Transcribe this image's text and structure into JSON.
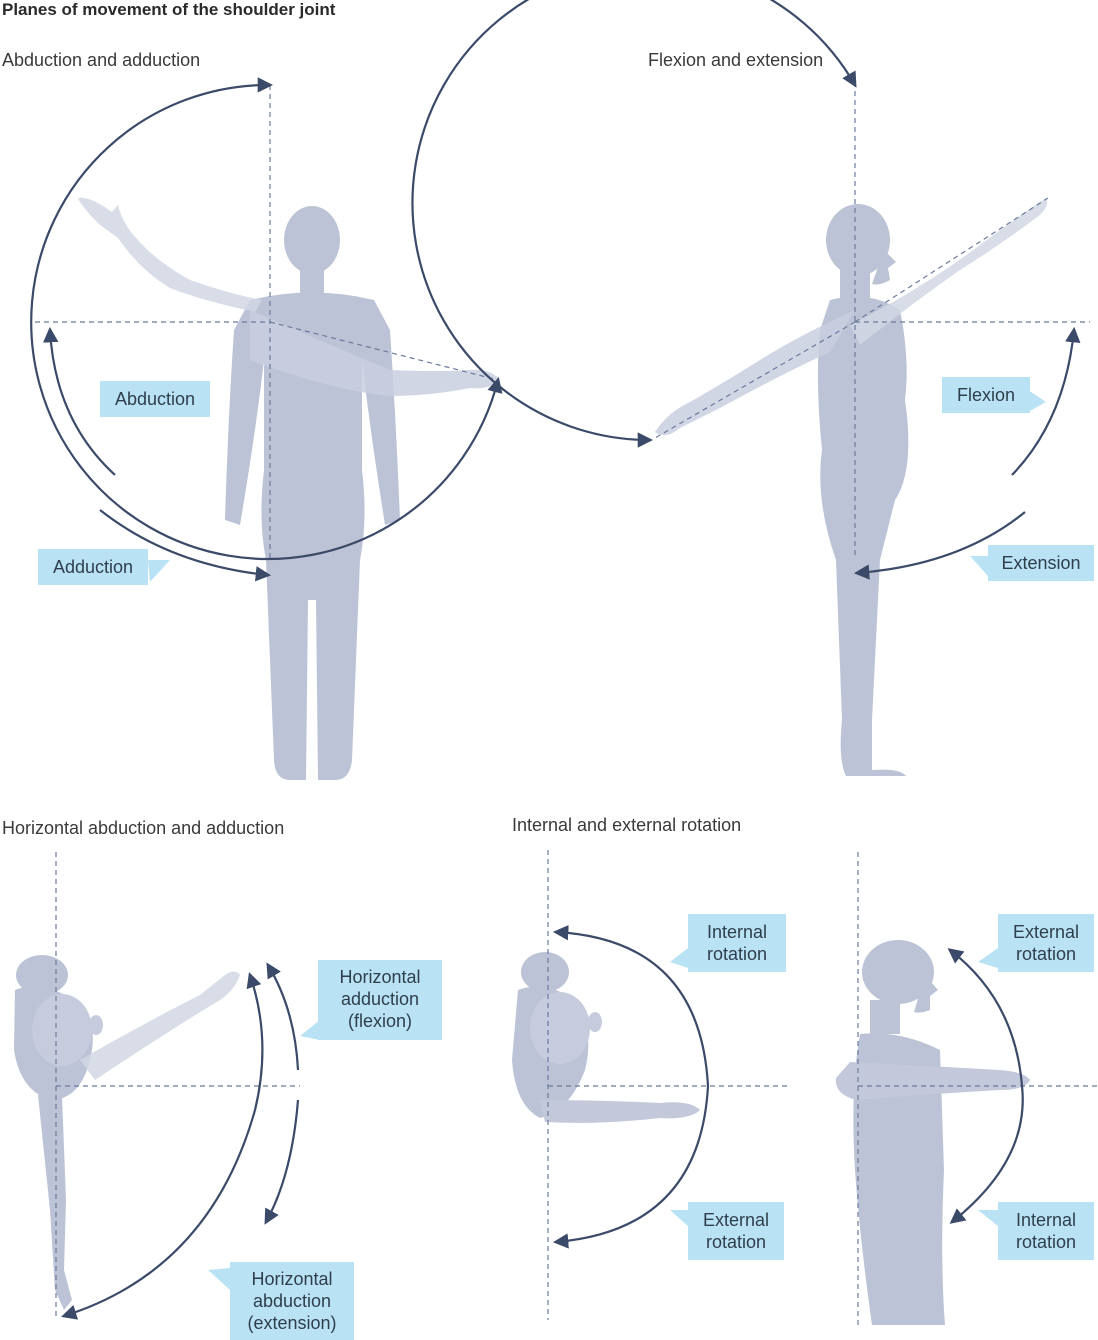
{
  "title": "Planes of movement of the shoulder joint",
  "panels": {
    "abduction_adduction": {
      "title": "Abduction and adduction",
      "label_abduction": "Abduction",
      "label_adduction": "Adduction"
    },
    "flexion_extension": {
      "title": "Flexion and extension",
      "label_flexion": "Flexion",
      "label_extension": "Extension"
    },
    "horizontal": {
      "title": "Horizontal abduction and adduction",
      "label_adduction": [
        "Horizontal",
        "adduction",
        "(flexion)"
      ],
      "label_abduction": [
        "Horizontal",
        "abduction",
        "(extension)"
      ]
    },
    "rotation": {
      "title": "Internal and external rotation",
      "left_internal": [
        "Internal",
        "rotation"
      ],
      "left_external": [
        "External",
        "rotation"
      ],
      "right_external": [
        "External",
        "rotation"
      ],
      "right_internal": [
        "Internal",
        "rotation"
      ]
    }
  },
  "colors": {
    "figure": "#bcc3d6",
    "figure_light": "#d9dde8",
    "arrow": "#3a4a68",
    "guide": "#6b7a9c",
    "label_bg": "#b9e3f5"
  }
}
